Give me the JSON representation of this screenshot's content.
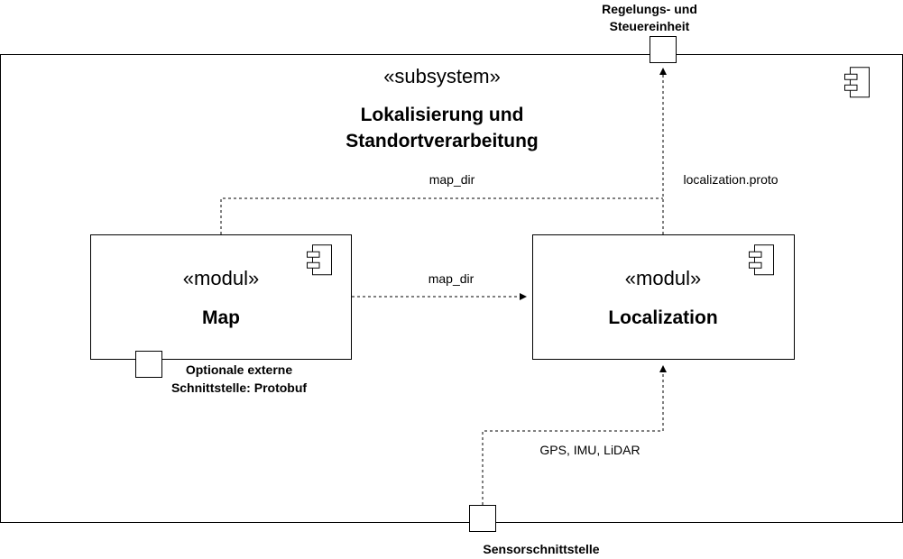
{
  "subsystem": {
    "stereotype": "«subsystem»",
    "title_line1": "Lokalisierung und",
    "title_line2": "Standortverarbeitung"
  },
  "modules": [
    {
      "stereotype": "«modul»",
      "name": "Map"
    },
    {
      "stereotype": "«modul»",
      "name": "Localization"
    }
  ],
  "ports": {
    "top": {
      "label_line1": "Regelungs- und",
      "label_line2": "Steuereinheit"
    },
    "map_external": {
      "label_line1": "Optionale externe",
      "label_line2": "Schnittstelle: Protobuf"
    },
    "bottom": {
      "label": "Sensorschnittstelle"
    }
  },
  "connectors": {
    "map_to_top": "map_dir",
    "localization_to_top": "localization.proto",
    "map_to_localization": "map_dir",
    "sensor_to_localization": "GPS, IMU, LiDAR"
  },
  "icons": [
    "component-icon"
  ]
}
